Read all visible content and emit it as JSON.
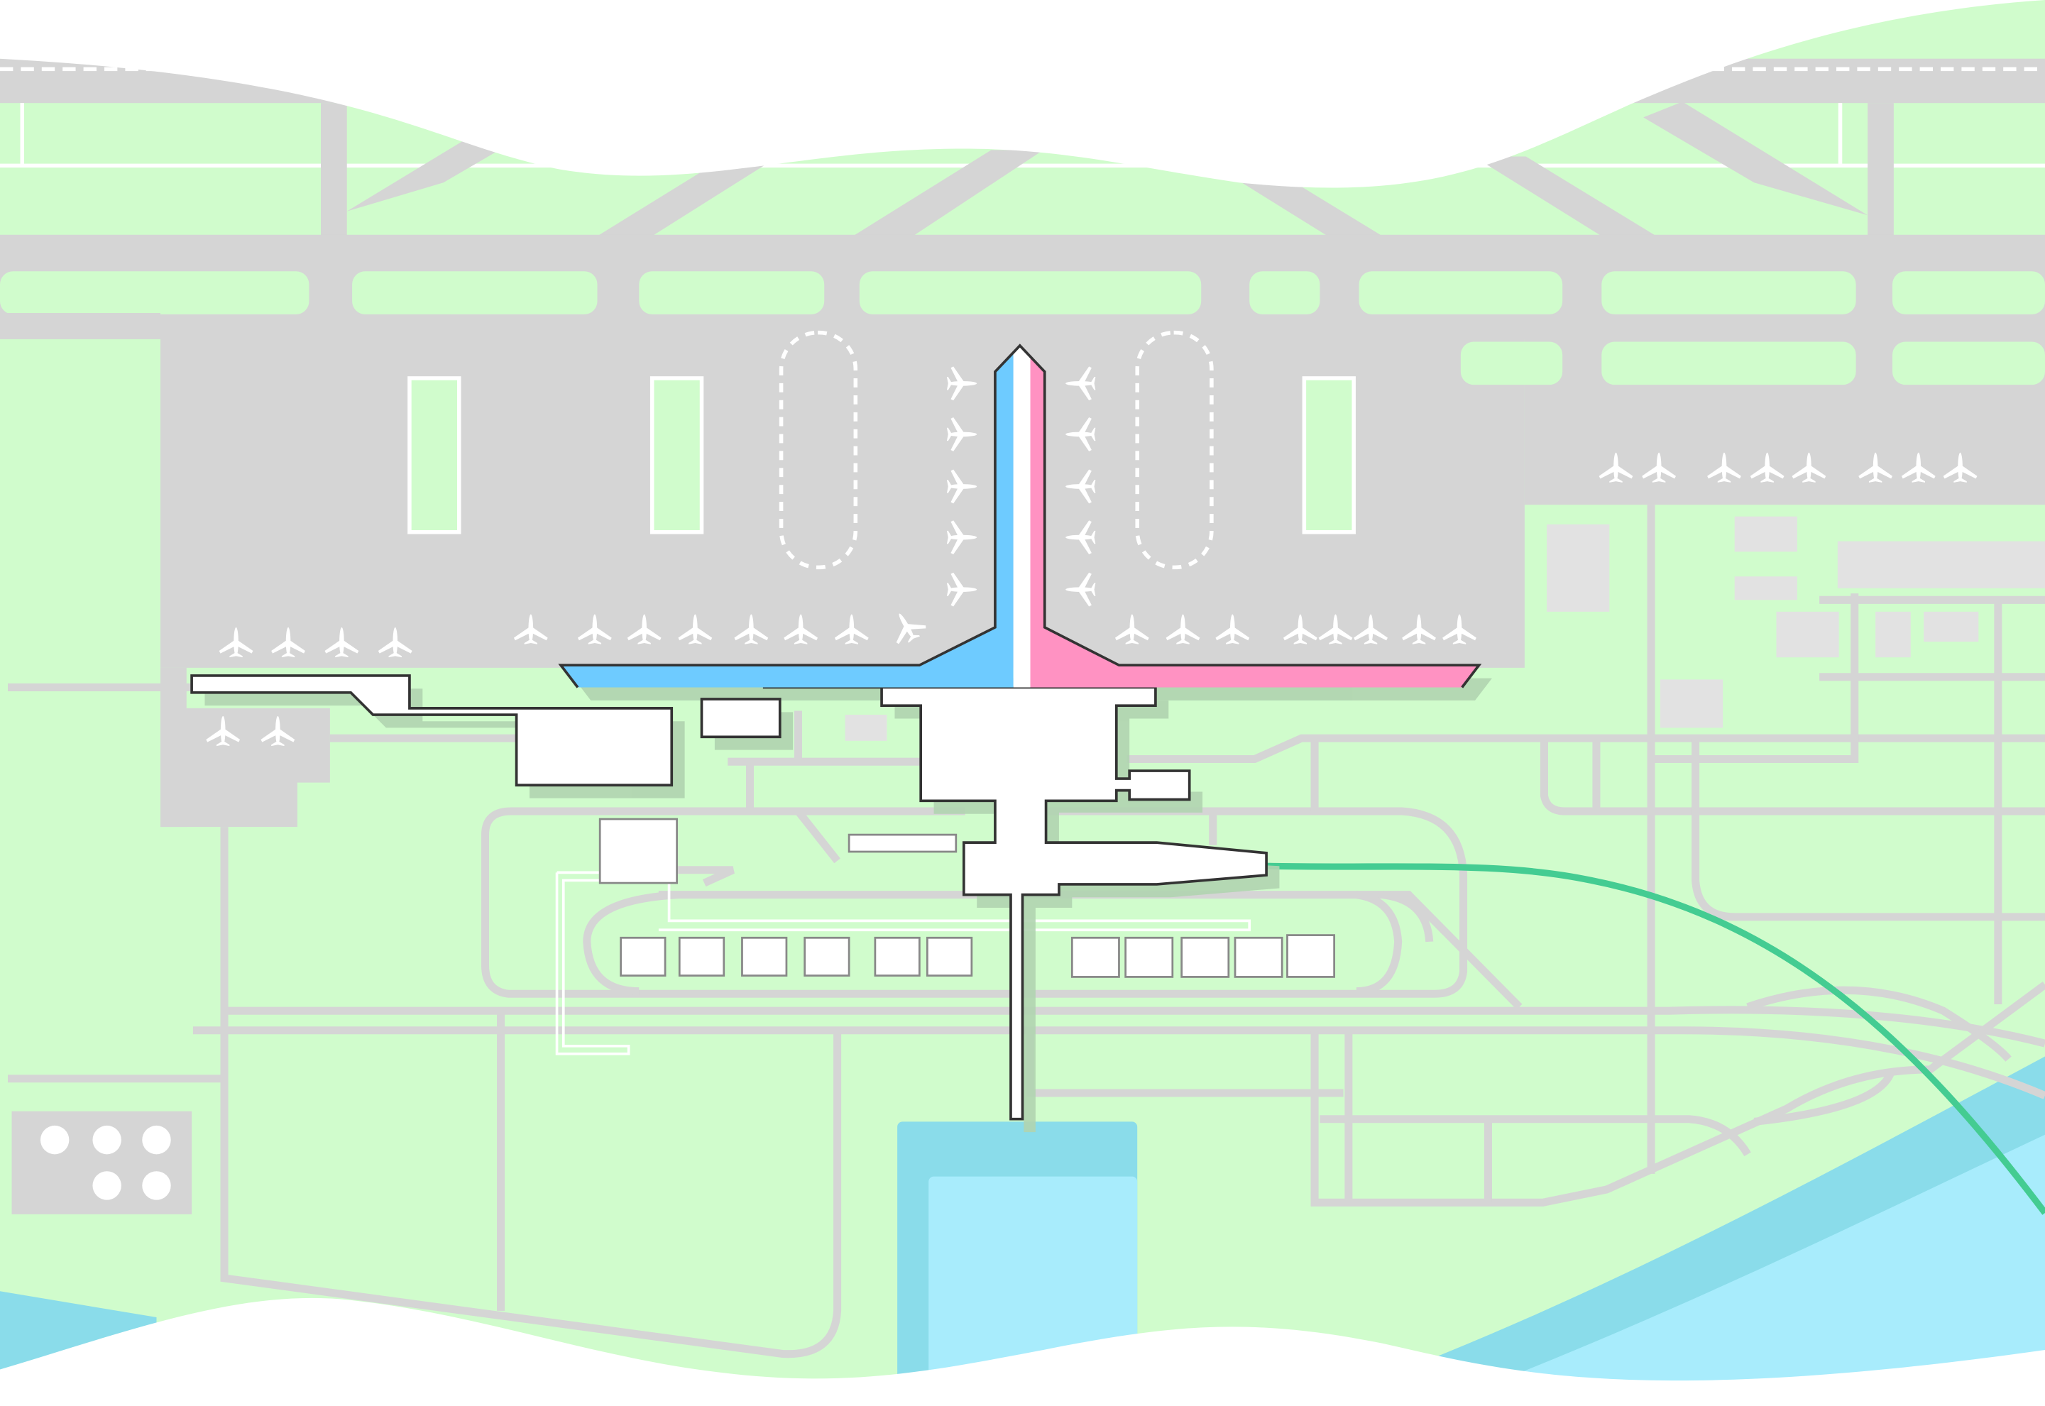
{
  "map": {
    "colors": {
      "grass": "#d0fccc",
      "pavement": "#d5d5d5",
      "water": "#a8ecfc",
      "water_dark": "#8adcea",
      "terminal": "#ffffff",
      "concourse_west": "#6ecbff",
      "concourse_east": "#ff92c2",
      "rail_line": "#44cc92",
      "shadow": "#b0d4b0",
      "outline": "#333333"
    },
    "features": [
      "runway",
      "taxiways",
      "apron",
      "terminal",
      "concourse-west",
      "concourse-east",
      "parking-garages",
      "rail-line",
      "river",
      "parked-aircraft"
    ]
  }
}
